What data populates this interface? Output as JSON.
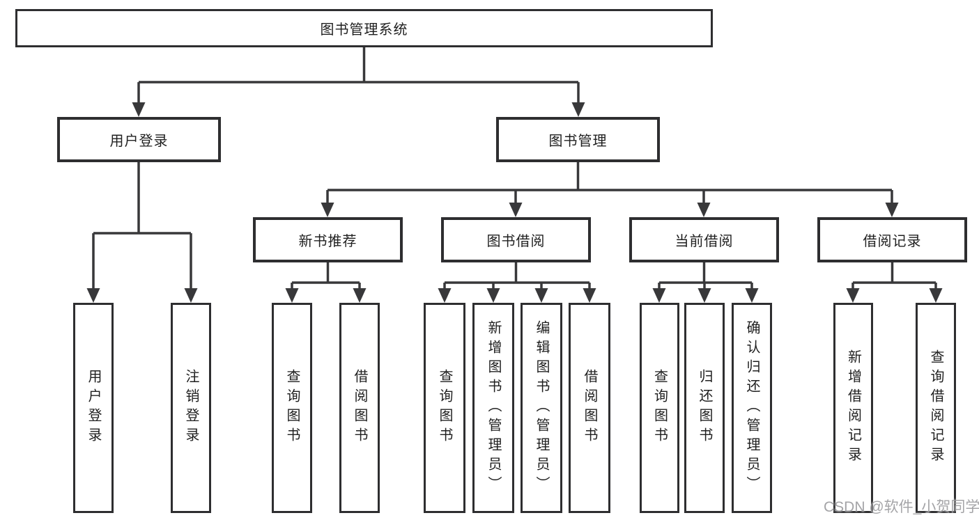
{
  "diagram": {
    "title": "图书管理系统",
    "branches": {
      "user_login": {
        "label": "用户登录",
        "children": [
          "用户登录",
          "注销登录"
        ]
      },
      "book_management": {
        "label": "图书管理",
        "sections": {
          "new_book_recommend": {
            "label": "新书推荐",
            "children": [
              "查询图书",
              "借阅图书"
            ]
          },
          "book_borrowing": {
            "label": "图书借阅",
            "children": [
              "查询图书",
              "新增图书（管理员）",
              "编辑图书（管理员）",
              "借阅图书"
            ]
          },
          "current_borrowing": {
            "label": "当前借阅",
            "children": [
              "查询图书",
              "归还图书",
              "确认归还（管理员）"
            ]
          },
          "borrow_records": {
            "label": "借阅记录",
            "children": [
              "新增借阅记录",
              "查询借阅记录"
            ]
          }
        }
      }
    }
  },
  "watermark": "CSDN @软件_小贺同学",
  "colors": {
    "line": "#38383a",
    "border": "#2e2e30",
    "text": "#1f1f1f",
    "watermark": "#94949a",
    "background": "#ffffff"
  }
}
